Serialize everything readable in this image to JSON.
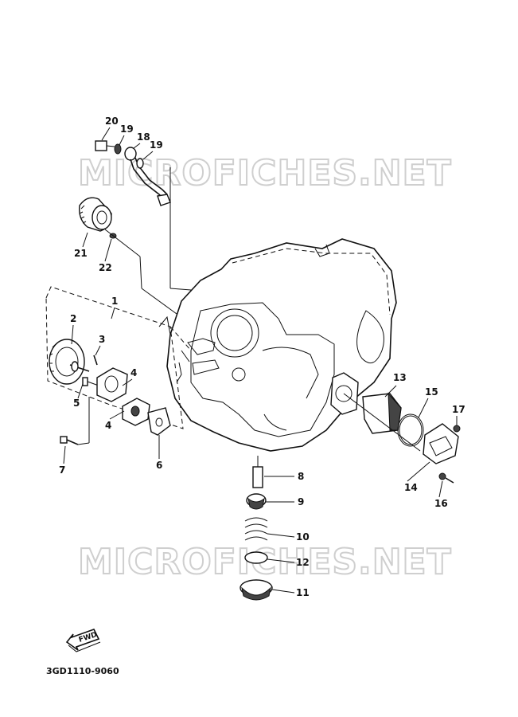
{
  "watermarks": [
    "MICROFICHES.NET",
    "MICROFICHES.NET"
  ],
  "part_labels": [
    "20",
    "19",
    "18",
    "19",
    "21",
    "22",
    "1",
    "2",
    "3",
    "4",
    "4",
    "5",
    "6",
    "7",
    "8",
    "9",
    "10",
    "12",
    "11",
    "13",
    "15",
    "17",
    "14",
    "16"
  ],
  "fwd_label": "FWD",
  "diagram_code": "3GD1110-9060"
}
